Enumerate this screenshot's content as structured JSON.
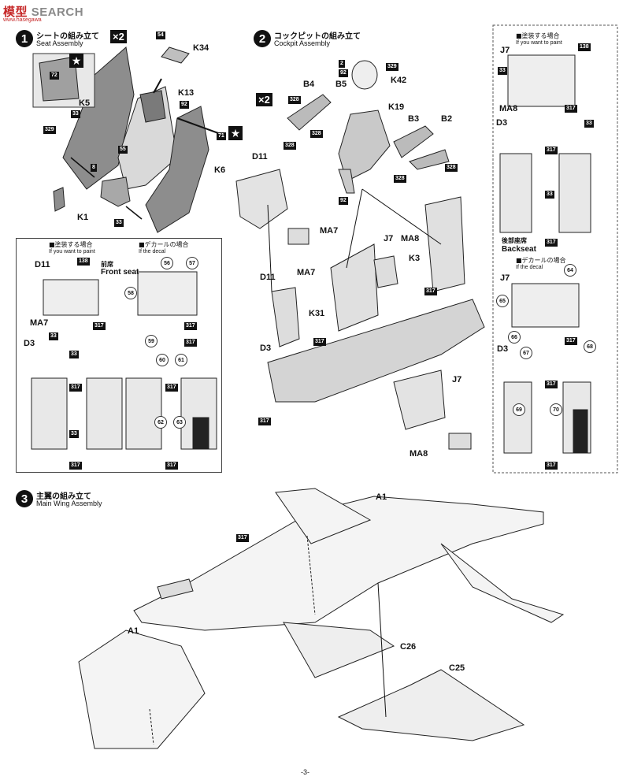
{
  "watermark": {
    "logo": "模型",
    "brand": "SEARCH",
    "sub": "www.hasegawa"
  },
  "step1": {
    "num": "1",
    "title_jp": "シートの組み立て",
    "title_en": "Seat Assembly",
    "mult": "×2",
    "parts": [
      "K34",
      "K13",
      "K5",
      "K6",
      "K1"
    ],
    "colors": [
      "54",
      "92",
      "72",
      "33",
      "329",
      "8",
      "55",
      "71",
      "33"
    ]
  },
  "step2": {
    "num": "2",
    "title_jp": "コックピットの組み立て",
    "title_en": "Cockpit Assembly",
    "mult": "×2",
    "parts": [
      "K42",
      "K19",
      "B4",
      "B5",
      "B3",
      "B2",
      "D11",
      "MA7",
      "J7",
      "MA8",
      "K3",
      "K31",
      "D3",
      "D11",
      "MA7",
      "J7",
      "MA8"
    ],
    "colors": [
      "2",
      "92",
      "329",
      "328",
      "328",
      "328",
      "328",
      "328",
      "92",
      "317",
      "317",
      "317"
    ]
  },
  "panel_left": {
    "paint_jp": "■塗装する場合",
    "paint_en": "If you want to paint",
    "decal_jp": "■デカールの場合",
    "decal_en": "If the decal",
    "front_jp": "前席",
    "front_en": "Front seat",
    "parts": [
      "D11",
      "MA7",
      "D3"
    ],
    "colors": [
      "138",
      "33",
      "317",
      "33",
      "317",
      "317",
      "33",
      "317",
      "56",
      "57",
      "58",
      "317",
      "59",
      "60",
      "61",
      "317",
      "62",
      "63",
      "317"
    ]
  },
  "panel_right": {
    "paint_jp": "■塗装する場合",
    "paint_en": "If you want to paint",
    "decal_jp": "■デカールの場合",
    "decal_en": "If the decal",
    "back_jp": "後部座席",
    "back_en": "Backseat",
    "parts": [
      "J7",
      "MA8",
      "D3",
      "J7",
      "D3"
    ],
    "colors": [
      "138",
      "33",
      "317",
      "33",
      "317",
      "33",
      "317",
      "64",
      "65",
      "66",
      "317",
      "67",
      "68",
      "317",
      "69",
      "70",
      "317"
    ]
  },
  "step3": {
    "num": "3",
    "title_jp": "主翼の組み立て",
    "title_en": "Main Wing Assembly",
    "parts": [
      "A1",
      "A1",
      "C26",
      "C25"
    ],
    "colors": [
      "317"
    ]
  },
  "page": {
    "number": "-3-"
  }
}
